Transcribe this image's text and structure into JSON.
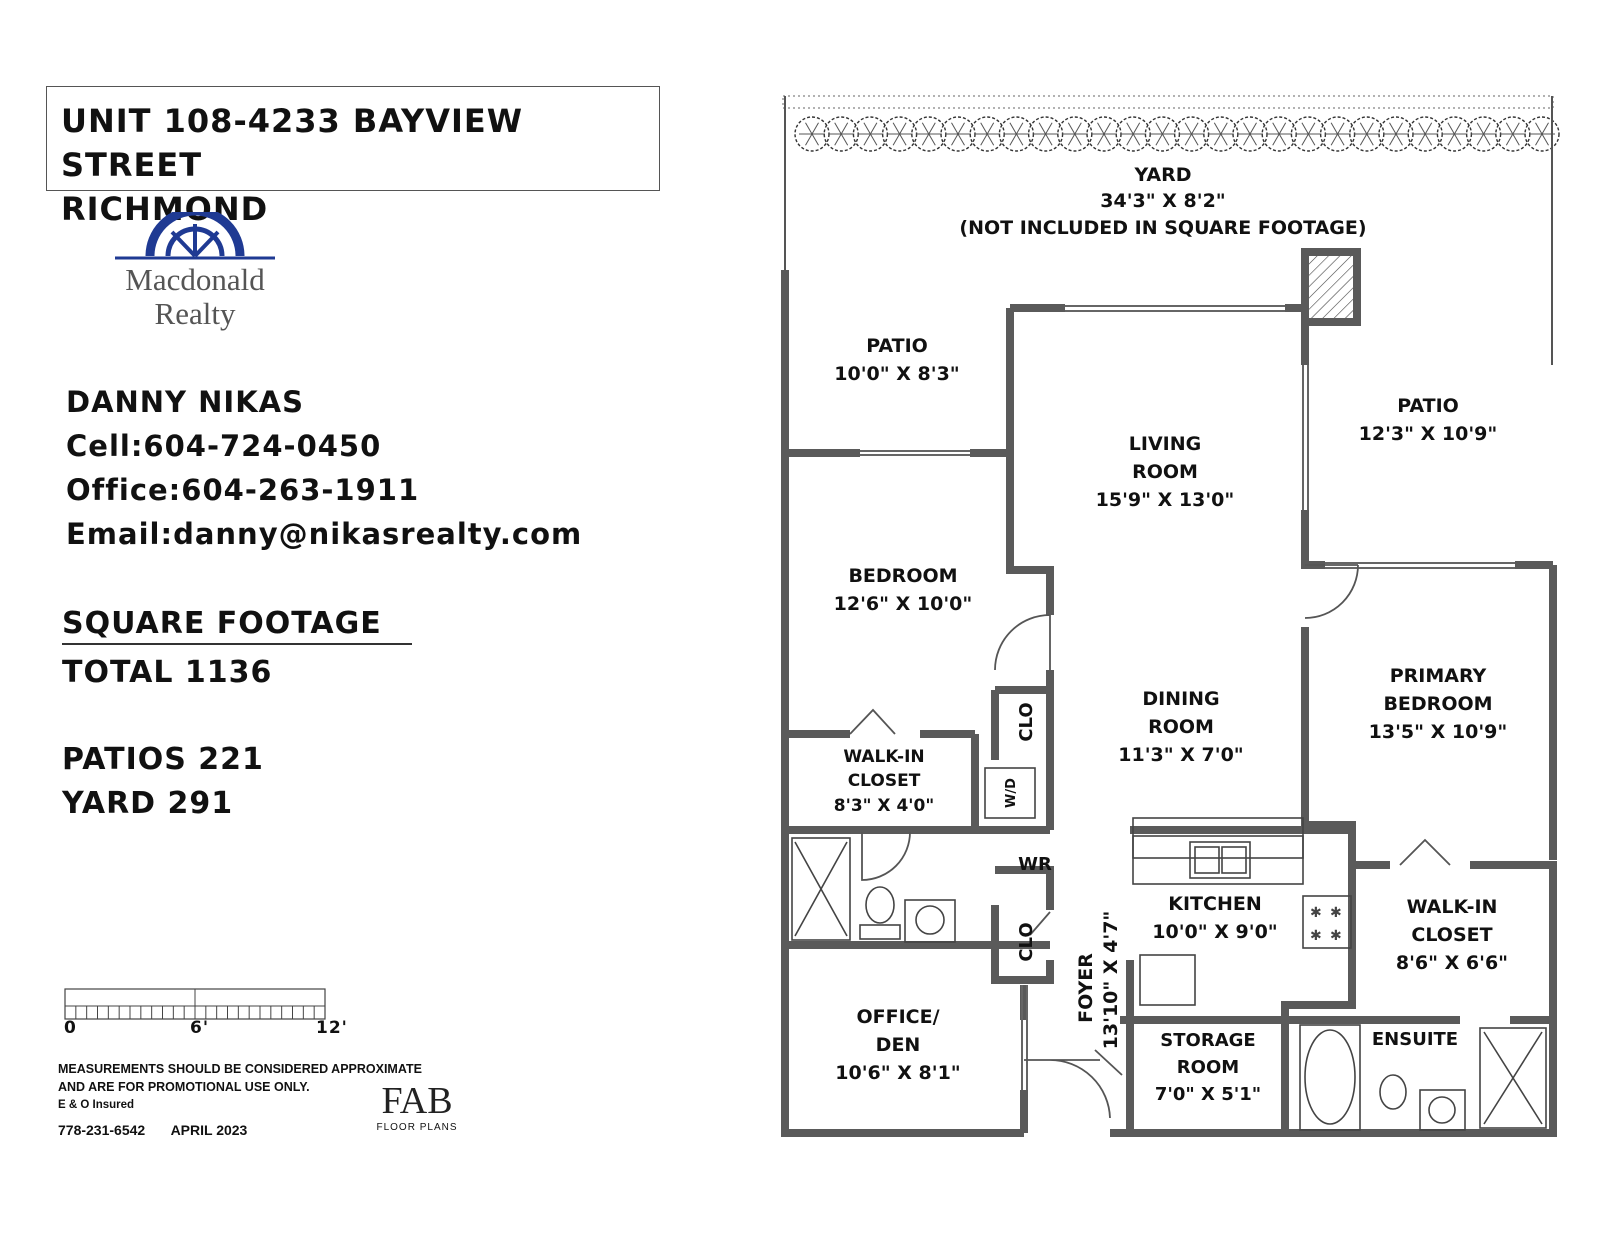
{
  "title": {
    "line1": "UNIT 108-4233 BAYVIEW STREET",
    "line2": "RICHMOND"
  },
  "brand": {
    "line1": "Macdonald",
    "line2": "Realty",
    "color": "#1f3a93"
  },
  "agent": {
    "name": "DANNY NIKAS",
    "cell": "Cell:604-724-0450",
    "office": "Office:604-263-1911",
    "email": "Email:danny@nikasrealty.com"
  },
  "square_footage": {
    "heading": "SQUARE FOOTAGE",
    "total": "TOTAL 1136",
    "patios": "PATIOS 221",
    "yard": "YARD 291"
  },
  "scale": {
    "labels": [
      "0",
      "6'",
      "12'"
    ]
  },
  "notes": {
    "line1": "MEASUREMENTS SHOULD BE CONSIDERED APPROXIMATE",
    "line2": "AND ARE FOR PROMOTIONAL USE ONLY.",
    "line3": "E & O Insured"
  },
  "footer": {
    "phone": "778-231-6542",
    "date": "APRIL 2023"
  },
  "fab": {
    "mark": "FAB",
    "sub": "FLOOR PLANS"
  },
  "plan": {
    "yard": {
      "name": "YARD",
      "dims": "34'3\" X 8'2\"",
      "note": "(NOT INCLUDED IN SQUARE FOOTAGE)"
    },
    "patio_left": {
      "name": "PATIO",
      "dims": "10'0\" X 8'3\""
    },
    "patio_right": {
      "name": "PATIO",
      "dims": "12'3\" X 10'9\""
    },
    "living": {
      "name1": "LIVING",
      "name2": "ROOM",
      "dims": "15'9\" X 13'0\""
    },
    "bedroom": {
      "name": "BEDROOM",
      "dims": "12'6\" X 10'0\""
    },
    "dining": {
      "name1": "DINING",
      "name2": "ROOM",
      "dims": "11'3\" X 7'0\""
    },
    "primary": {
      "name1": "PRIMARY",
      "name2": "BEDROOM",
      "dims": "13'5\" X 10'9\""
    },
    "walkin_left": {
      "name1": "WALK-IN",
      "name2": "CLOSET",
      "dims": "8'3\" X 4'0\""
    },
    "walkin_right": {
      "name1": "WALK-IN",
      "name2": "CLOSET",
      "dims": "8'6\" X 6'6\""
    },
    "clo": "CLO",
    "wd": "W/D",
    "wr": "WR",
    "kitchen": {
      "name": "KITCHEN",
      "dims": "10'0\" X 9'0\""
    },
    "foyer": {
      "name": "FOYER",
      "dims": "13'10\" X 4'7\""
    },
    "office": {
      "name1": "OFFICE/",
      "name2": "DEN",
      "dims": "10'6\" X 8'1\""
    },
    "storage": {
      "name1": "STORAGE",
      "name2": "ROOM",
      "dims": "7'0\" X 5'1\""
    },
    "ensuite": {
      "name": "ENSUITE"
    }
  }
}
